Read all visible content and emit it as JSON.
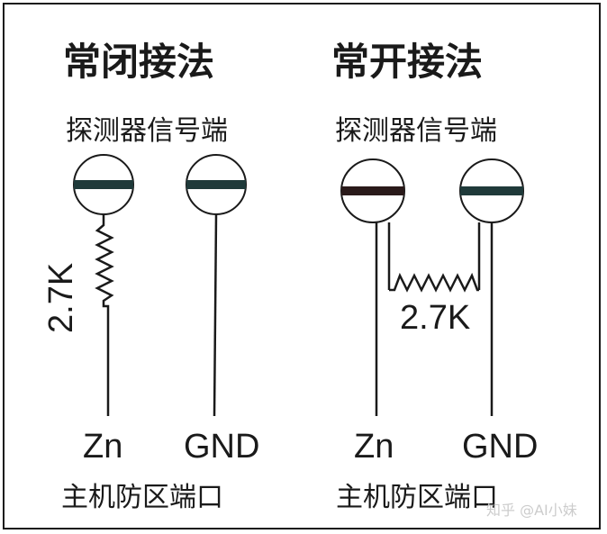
{
  "left": {
    "title": "常闭接法",
    "detector_label": "探测器信号端",
    "resistor": "2.7K",
    "zn": "Zn",
    "gnd": "GND",
    "port_label": "主机防区端口"
  },
  "right": {
    "title": "常开接法",
    "detector_label": "探测器信号端",
    "resistor": "2.7K",
    "zn": "Zn",
    "gnd": "GND",
    "port_label": "主机防区端口"
  },
  "watermark": "知乎 @AI小妹",
  "colors": {
    "line": "#1a1a1a",
    "background": "#ffffff"
  }
}
